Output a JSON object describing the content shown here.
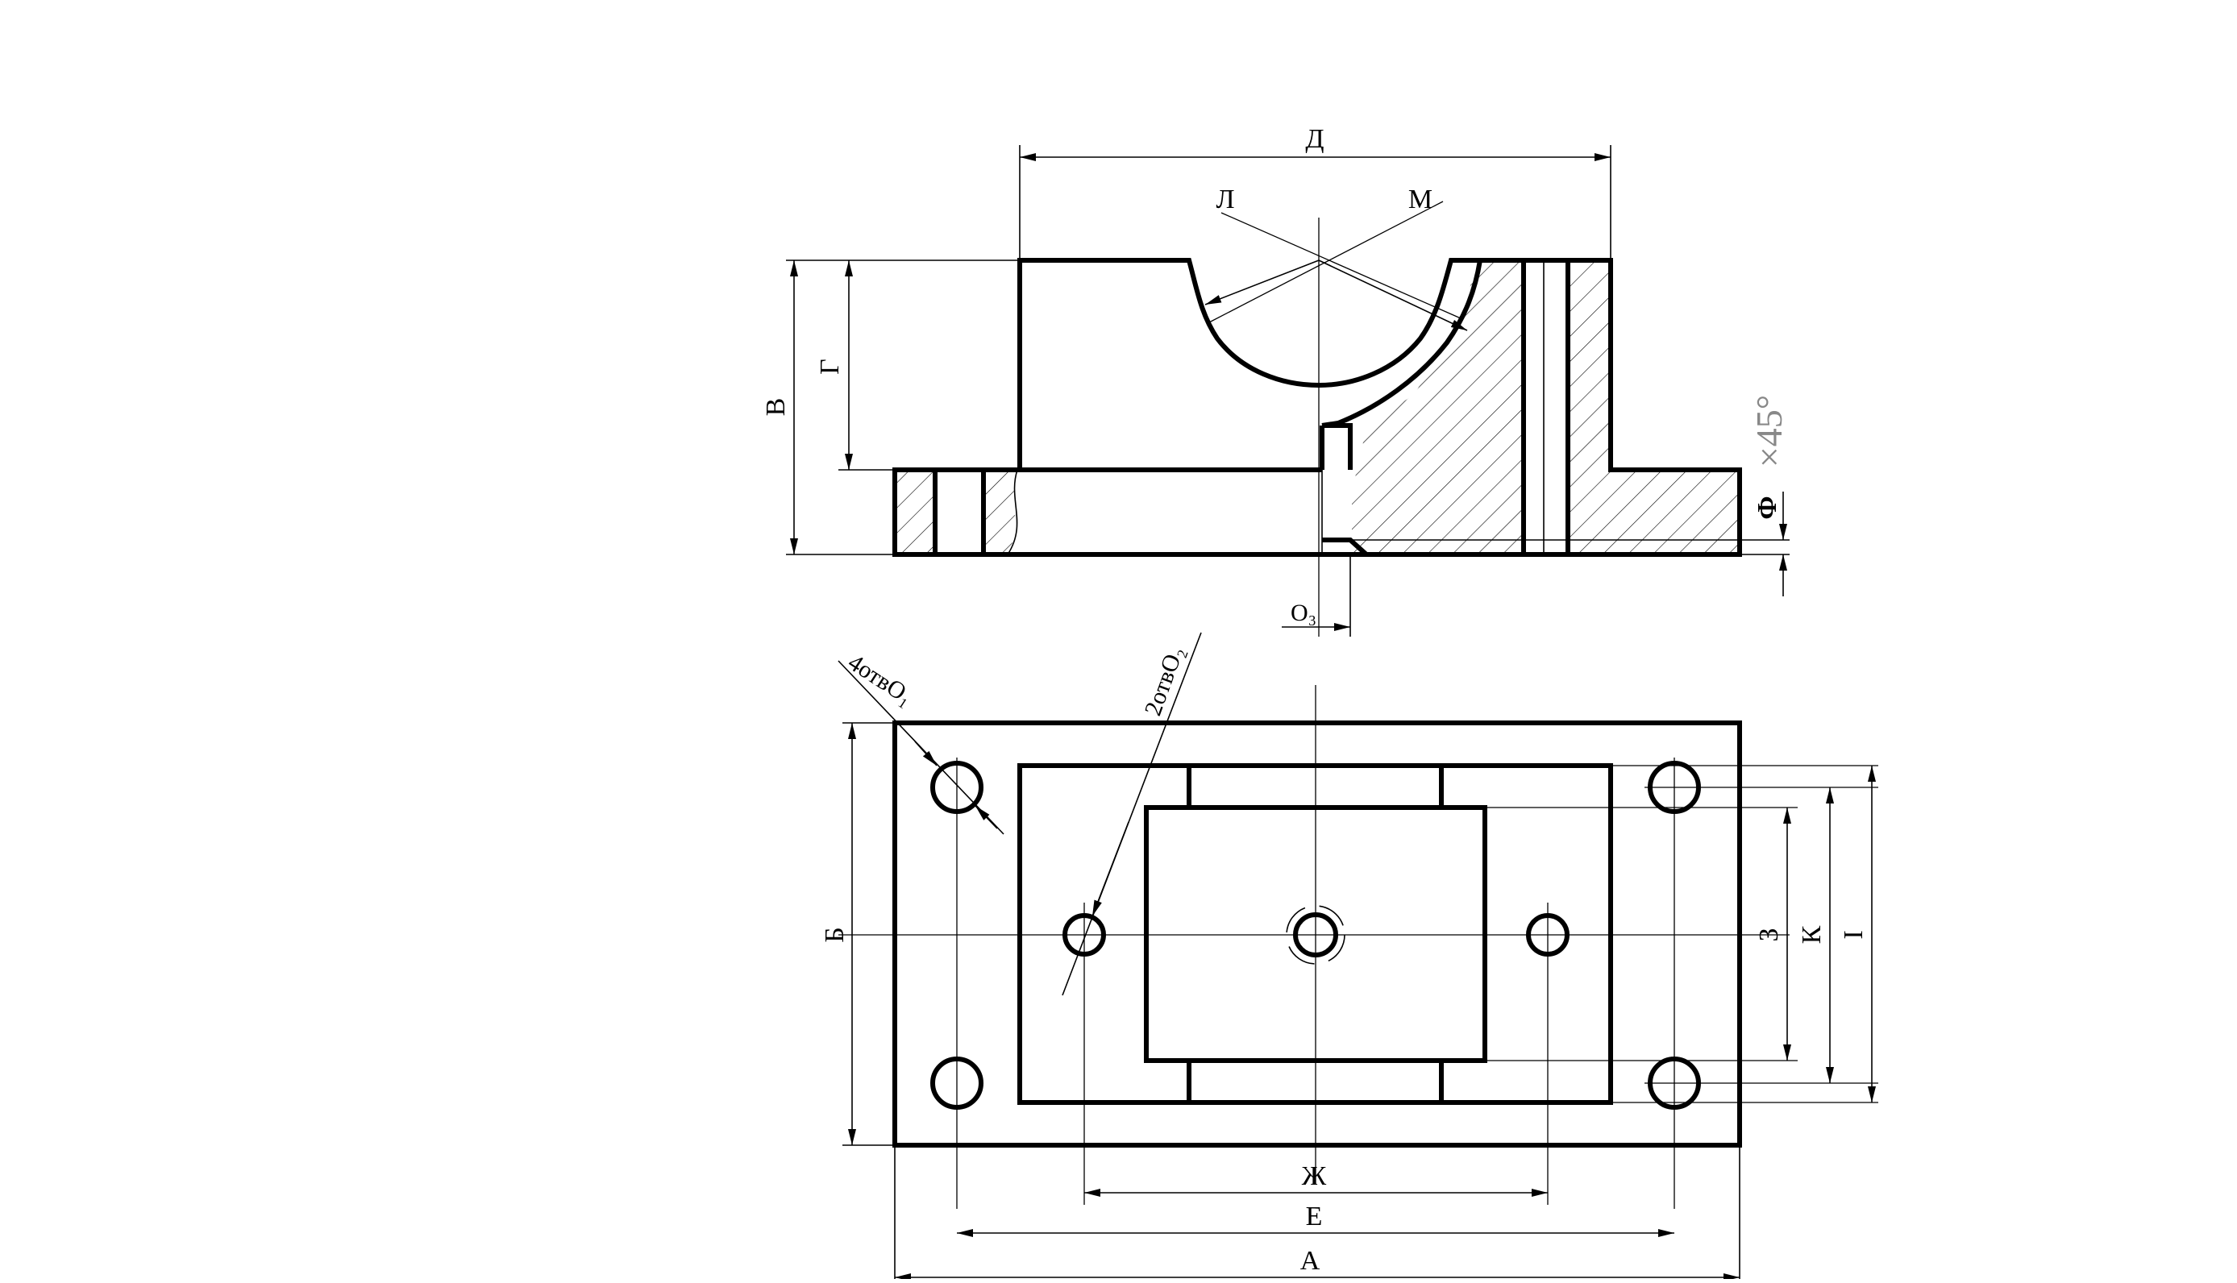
{
  "labels": {
    "dim_A": "А",
    "dim_B": "Б",
    "dim_V": "В",
    "dim_G": "Г",
    "dim_D": "Д",
    "dim_E": "Е",
    "dim_Zh": "Ж",
    "dim_Z": "З",
    "dim_I": "I",
    "dim_K": "К",
    "dim_L": "Л",
    "dim_M": "М",
    "dim_O3": "О₃",
    "dim_F": "Ф",
    "chamfer": "×45°",
    "holes_4": "4отвО₁",
    "holes_2": "2отвО₂"
  },
  "colors": {
    "line": "#000000",
    "chamfer_text": "#888888",
    "background": "#ffffff"
  }
}
